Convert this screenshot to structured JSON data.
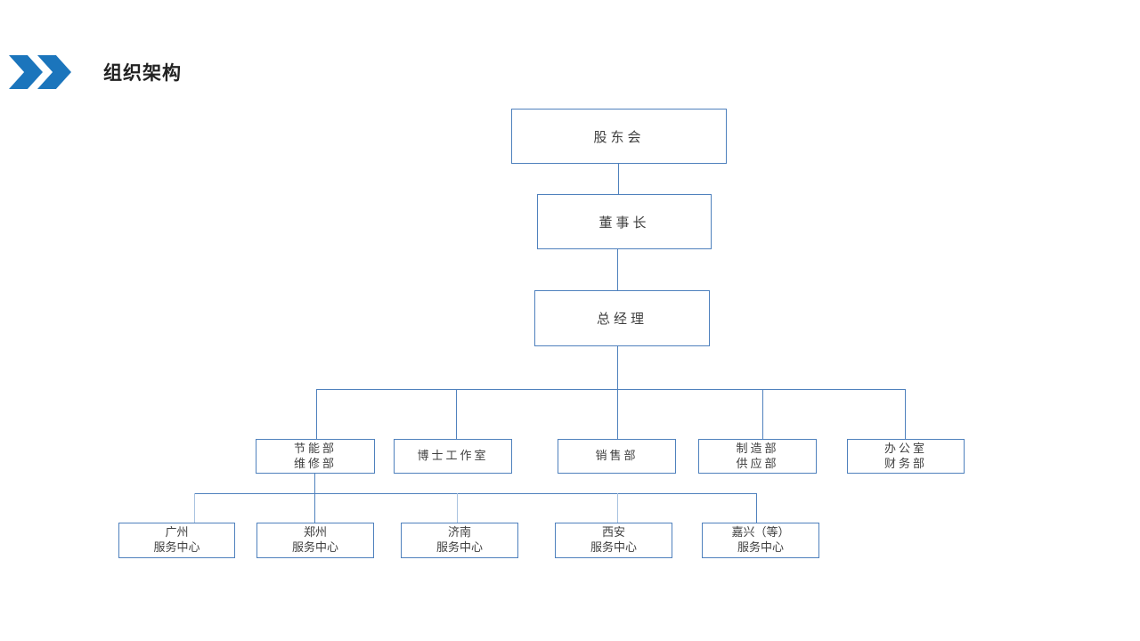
{
  "page": {
    "title": "组织架构"
  },
  "icons": {
    "header_marker": "double-chevron-right-icon"
  },
  "colors": {
    "accent": "#1b75bc",
    "line": "#4f81bd",
    "line_light": "#a8c2e0",
    "box_border": "#4f81bd",
    "text": "#3f3f3f",
    "title": "#222222"
  },
  "org": {
    "level1": {
      "label": "股东会"
    },
    "level2": {
      "label": "董事长"
    },
    "level3": {
      "label": "总经理"
    },
    "departments": [
      {
        "lines": [
          "节能部",
          "维修部"
        ]
      },
      {
        "lines": [
          "博士工作室"
        ]
      },
      {
        "lines": [
          "销售部"
        ]
      },
      {
        "lines": [
          "制造部",
          "供应部"
        ]
      },
      {
        "lines": [
          "办公室",
          "财务部"
        ]
      }
    ],
    "centers": [
      {
        "lines": [
          "广州",
          "服务中心"
        ]
      },
      {
        "lines": [
          "郑州",
          "服务中心"
        ]
      },
      {
        "lines": [
          "济南",
          "服务中心"
        ]
      },
      {
        "lines": [
          "西安",
          "服务中心"
        ]
      },
      {
        "lines": [
          "嘉兴（等）",
          "服务中心"
        ]
      }
    ]
  }
}
